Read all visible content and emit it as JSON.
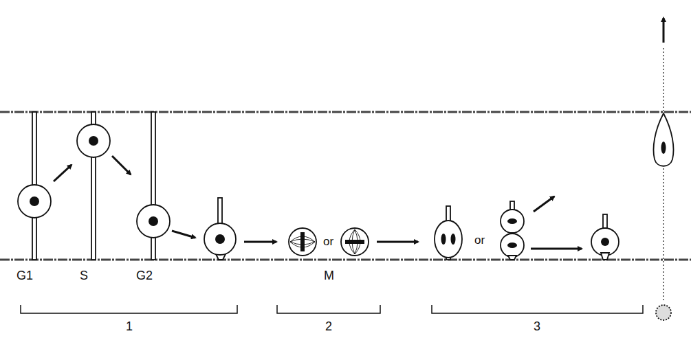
{
  "diagram": {
    "labels": [
      "or",
      "or",
      "G1",
      "S",
      "G2",
      "M",
      "1",
      "2",
      "3"
    ]
  }
}
